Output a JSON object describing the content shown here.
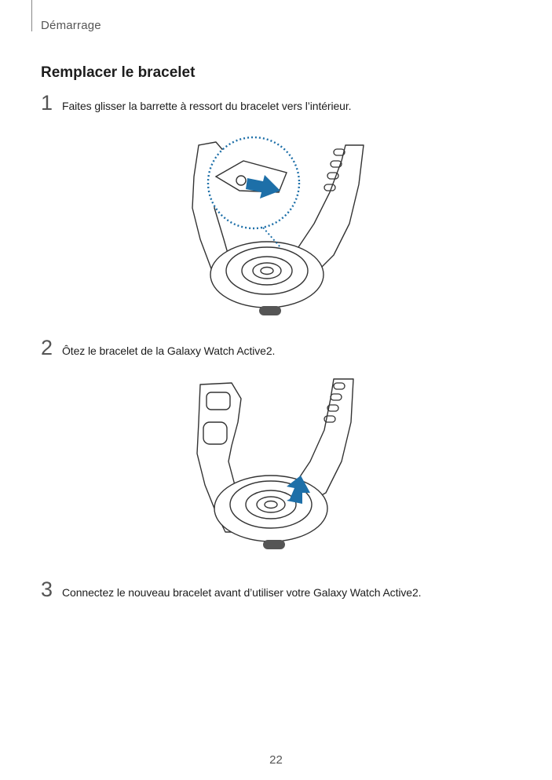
{
  "header": {
    "section_label": "Démarrage"
  },
  "main": {
    "title": "Remplacer le bracelet",
    "steps": [
      {
        "number": "1",
        "text": "Faites glisser la barrette à ressort du bracelet vers l’intérieur."
      },
      {
        "number": "2",
        "text": "Ôtez le bracelet de la Galaxy Watch Active2."
      },
      {
        "number": "3",
        "text": "Connectez le nouveau bracelet avant d’utiliser votre Galaxy Watch Active2."
      }
    ]
  },
  "footer": {
    "page_number": "22"
  },
  "colors": {
    "accent_arrow": "#1d6fa8",
    "line": "#333333",
    "button": "#555555"
  },
  "icons": [
    "arrow-push-icon",
    "arrow-remove-icon"
  ]
}
